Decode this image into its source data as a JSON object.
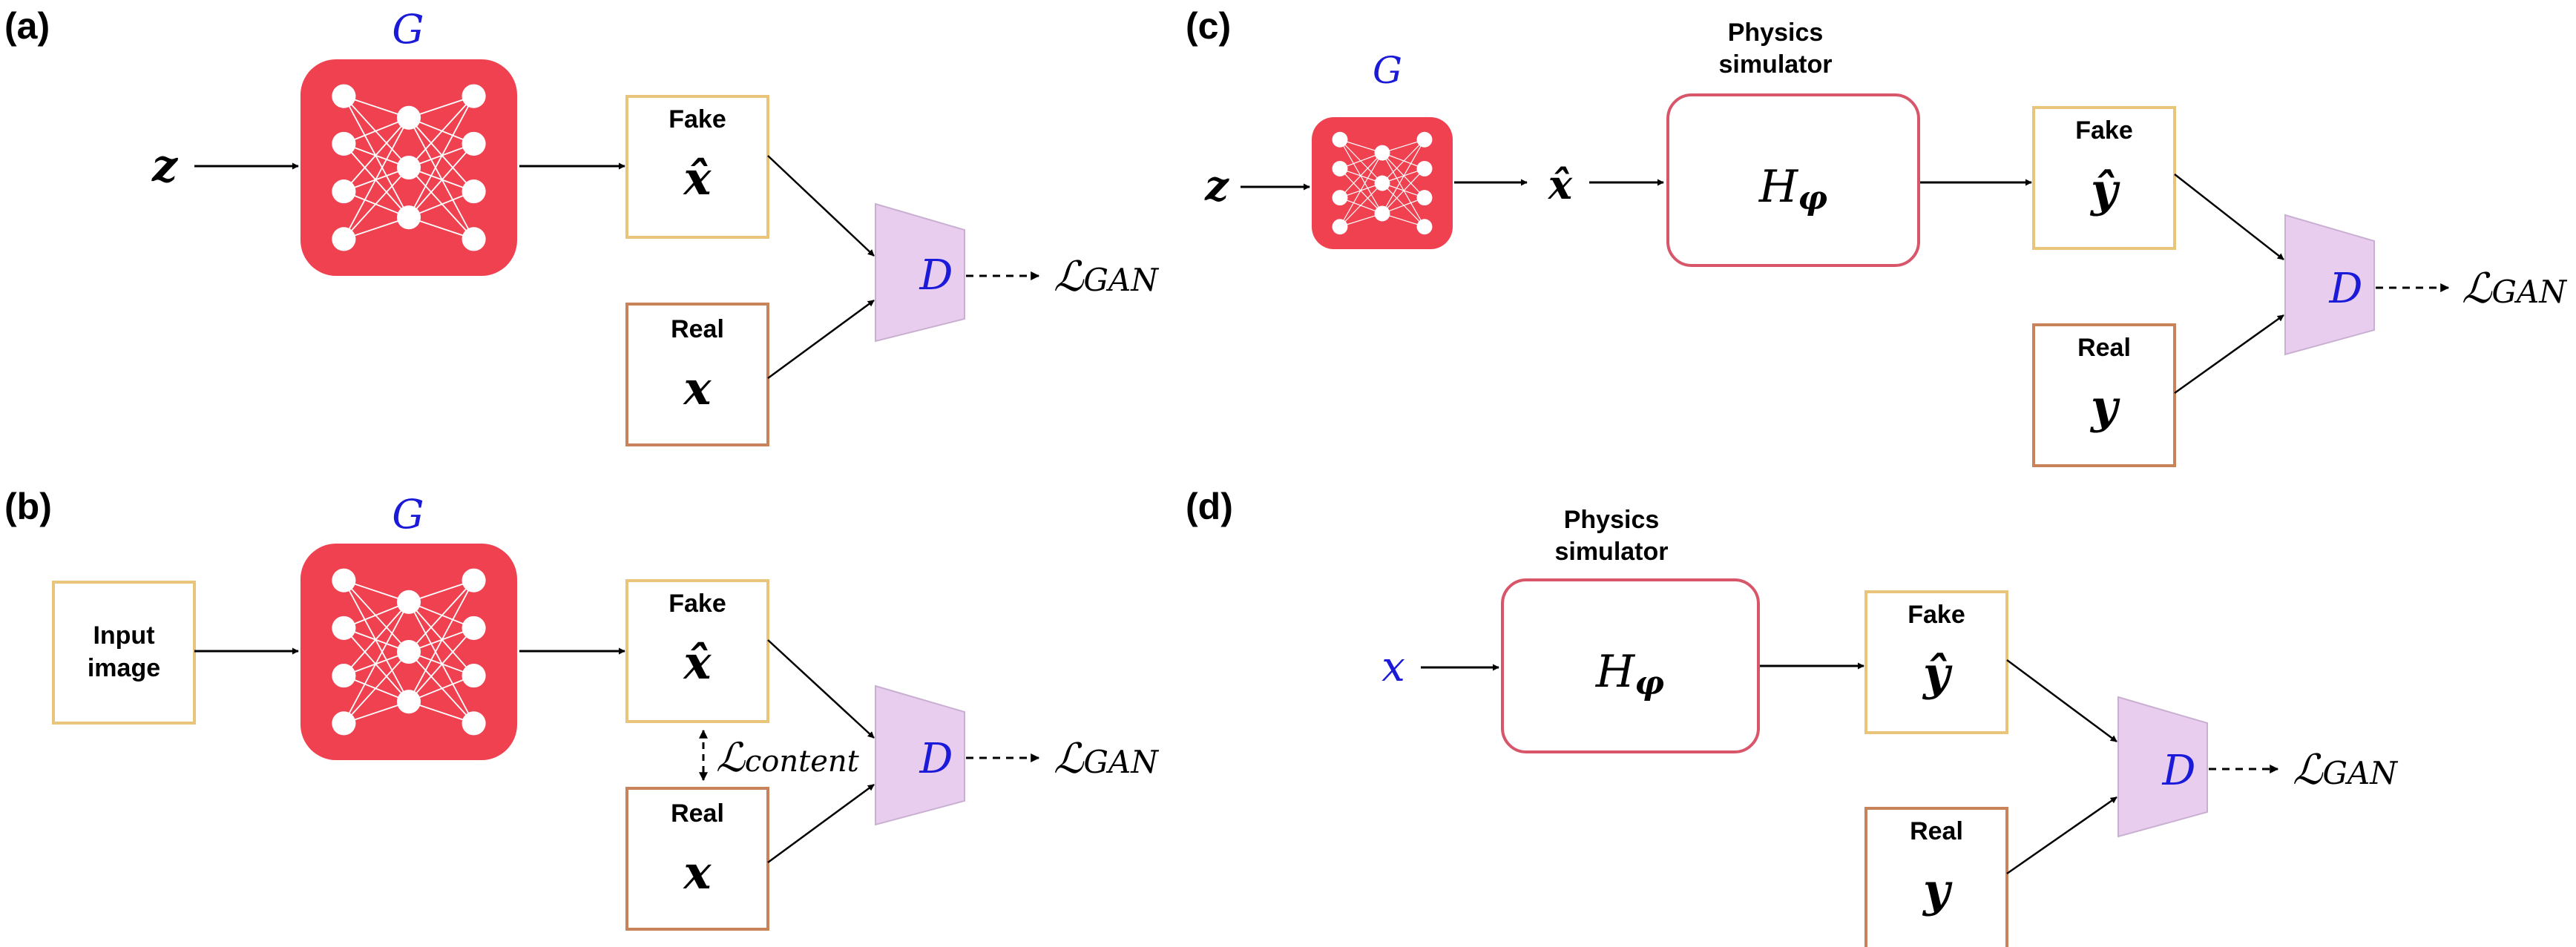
{
  "panels": {
    "a": {
      "label": "(a)",
      "generator": "G",
      "input": "z",
      "fake_title": "Fake",
      "fake_symbol": "x̂",
      "real_title": "Real",
      "real_symbol": "x",
      "discriminator": "D",
      "loss": "ℒ",
      "loss_sub": "GAN"
    },
    "b": {
      "label": "(b)",
      "generator": "G",
      "input_line1": "Input",
      "input_line2": "image",
      "fake_title": "Fake",
      "fake_symbol": "x̂",
      "real_title": "Real",
      "real_symbol": "x",
      "content_loss": "ℒ",
      "content_loss_sub": "content",
      "discriminator": "D",
      "loss": "ℒ",
      "loss_sub": "GAN"
    },
    "c": {
      "label": "(c)",
      "generator": "G",
      "input": "z",
      "intermediate": "x̂",
      "simulator_line1": "Physics",
      "simulator_line2": "simulator",
      "simulator_symbol": "H",
      "simulator_sub": "φ",
      "fake_title": "Fake",
      "fake_symbol": "ŷ",
      "real_title": "Real",
      "real_symbol": "y",
      "discriminator": "D",
      "loss": "ℒ",
      "loss_sub": "GAN"
    },
    "d": {
      "label": "(d)",
      "input": "x",
      "simulator_line1": "Physics",
      "simulator_line2": "simulator",
      "simulator_symbol": "H",
      "simulator_sub": "φ",
      "fake_title": "Fake",
      "fake_symbol": "ŷ",
      "real_title": "Real",
      "real_symbol": "y",
      "discriminator": "D",
      "loss": "ℒ",
      "loss_sub": "GAN"
    }
  },
  "colors": {
    "generator_fill": "#f04150",
    "discriminator_fill": "#e9cdee",
    "fake_border": "#e8c57a",
    "real_border": "#c9835a",
    "simulator_border": "#d8566a",
    "blue": "#1a1ad8"
  }
}
